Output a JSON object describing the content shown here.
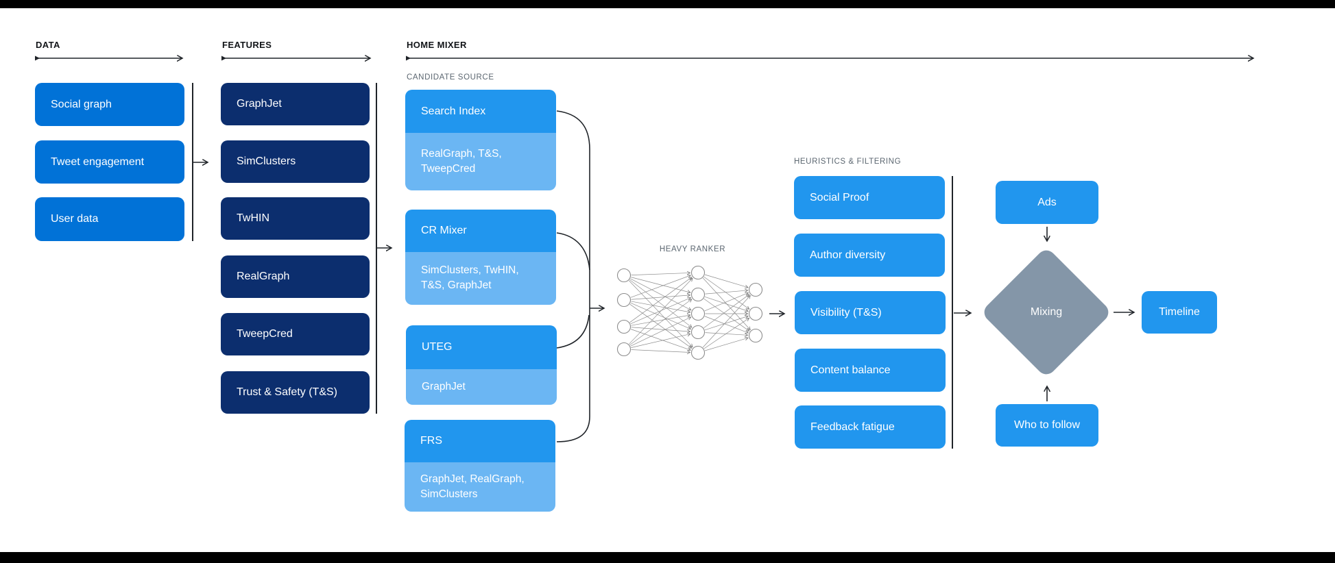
{
  "colors": {
    "azure_box": "#0172D7",
    "navy_box": "#0C2E6E",
    "sky_box": "#2196EE",
    "light_sky_box": "#6BB6F3",
    "diamond_slate": "#8496A8",
    "small_label_gray": "#5B6670",
    "line_black": "#1F2328",
    "frame_black": "#000000"
  },
  "sections": {
    "data": {
      "label": "DATA",
      "boxes": [
        "Social graph",
        "Tweet engagement",
        "User data"
      ]
    },
    "features": {
      "label": "FEATURES",
      "boxes": [
        "GraphJet",
        "SimClusters",
        "TwHIN",
        "RealGraph",
        "TweepCred",
        "Trust & Safety (T&S)"
      ]
    },
    "home_mixer": {
      "label": "HOME MIXER",
      "candidate_source": {
        "label": "CANDIDATE SOURCE",
        "groups": [
          {
            "title": "Search Index",
            "deps_line1": "RealGraph, T&S,",
            "deps_line2": "TweepCred"
          },
          {
            "title": "CR Mixer",
            "deps_line1": "SimClusters, TwHIN,",
            "deps_line2": "T&S, GraphJet"
          },
          {
            "title": "UTEG",
            "deps_line1": "GraphJet",
            "deps_line2": ""
          },
          {
            "title": "FRS",
            "deps_line1": "GraphJet, RealGraph,",
            "deps_line2": "SimClusters"
          }
        ]
      },
      "heavy_ranker": {
        "label": "HEAVY RANKER",
        "layer_sizes": [
          4,
          5,
          3
        ],
        "layer_x": [
          910,
          1018,
          1102
        ],
        "layer_y": [
          [
            402,
            438,
            477,
            510
          ],
          [
            398,
            430,
            458,
            485,
            515
          ],
          [
            423,
            458,
            490
          ]
        ],
        "node_radius": 9.5
      },
      "heuristics": {
        "label": "HEURISTICS & FILTERING",
        "boxes": [
          "Social Proof",
          "Author diversity",
          "Visibility (T&S)",
          "Content balance",
          "Feedback fatigue"
        ]
      },
      "output": {
        "ads": "Ads",
        "mixing": "Mixing",
        "who_to_follow": "Who to follow",
        "timeline": "Timeline"
      }
    }
  }
}
